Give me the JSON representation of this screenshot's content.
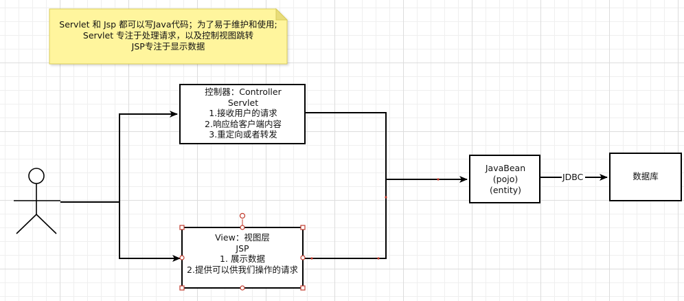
{
  "note": {
    "lines": [
      "Servlet 和 Jsp  都可以写Java代码；为了易于维护和使用;",
      "Servlet 专注于处理请求，以及控制视图跳转",
      "JSP专注于显示数据"
    ]
  },
  "controller": {
    "lines": [
      "控制器：Controller",
      "Servlet",
      "1.接收用户的请求",
      "2.响应给客户端内容",
      "3.重定向或者转发"
    ]
  },
  "view": {
    "lines": [
      "View：视图层",
      "JSP",
      "1. 展示数据",
      "2.提供可以供我们操作的请求"
    ]
  },
  "javabean": {
    "lines": [
      "JavaBean",
      "(pojo)",
      "(entity)"
    ]
  },
  "database": {
    "label": "数据库"
  },
  "connector": {
    "jdbc_label": "JDBC"
  },
  "colors": {
    "note_fill": "#fff59d",
    "line": "#000000",
    "handle": "#c0392b"
  }
}
